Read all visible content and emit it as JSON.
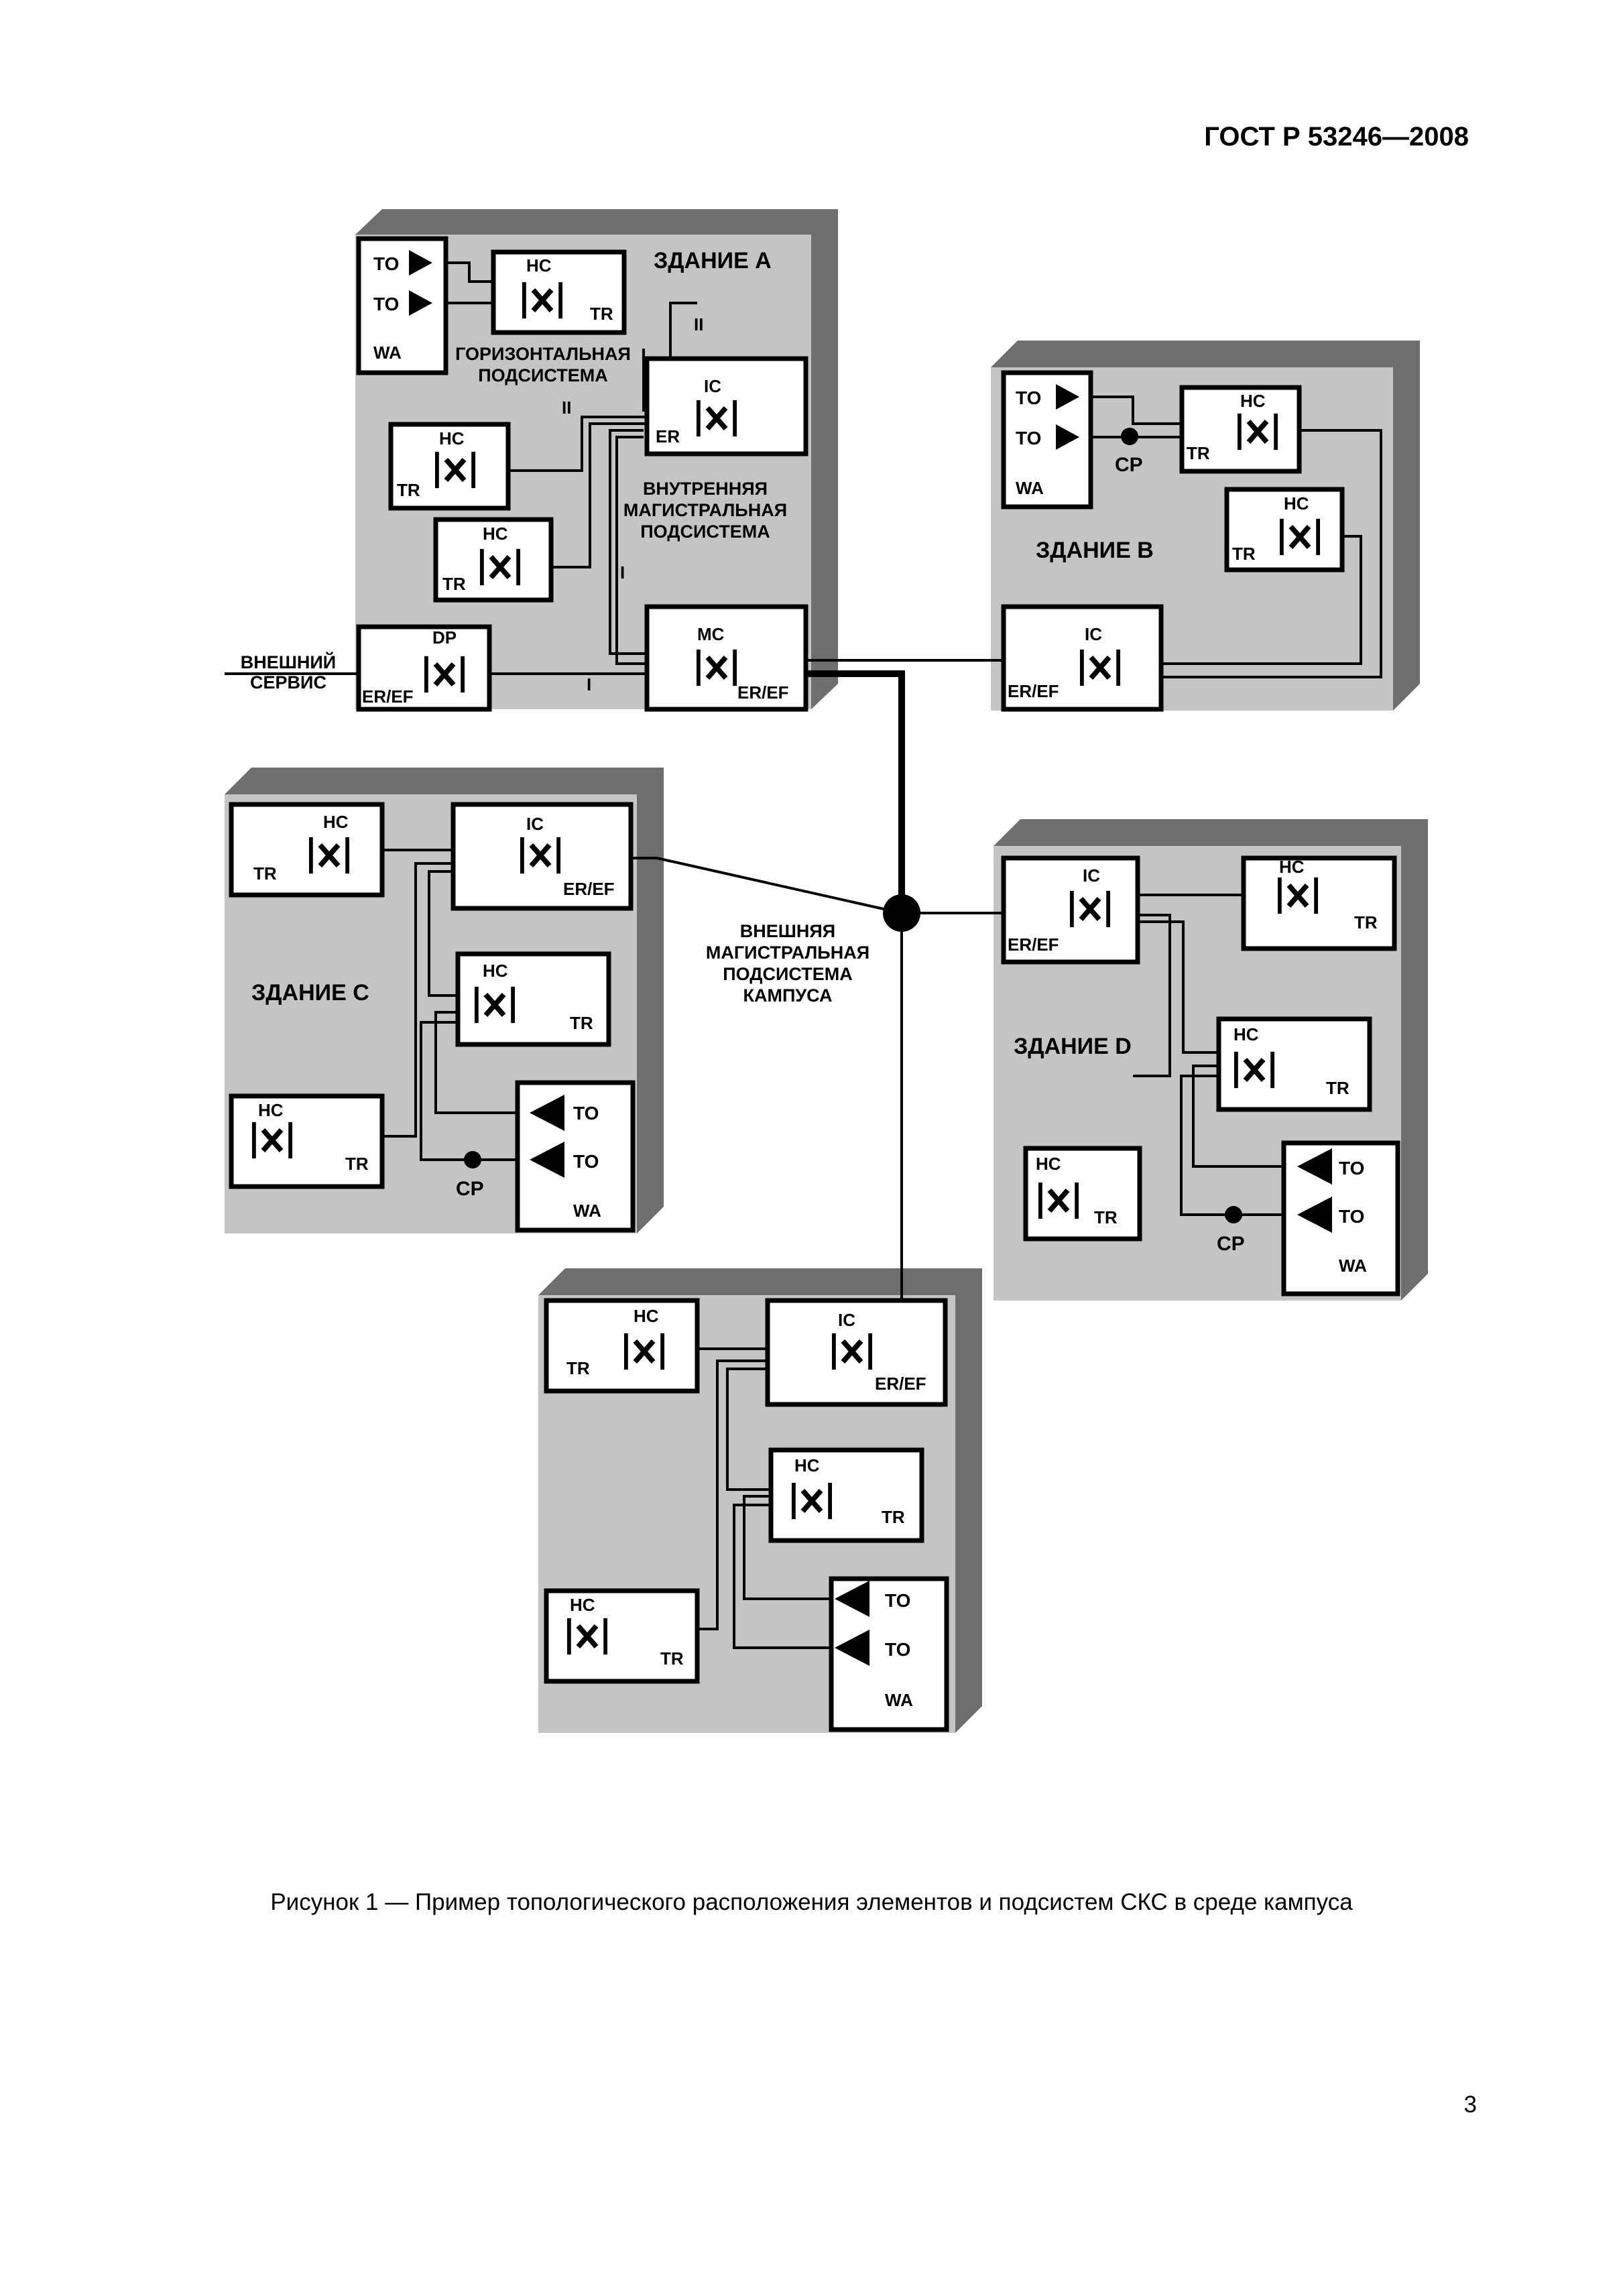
{
  "header": {
    "standard": "ГОСТ Р 53246—2008"
  },
  "labels": {
    "building_a": "ЗДАНИЕ А",
    "building_b": "ЗДАНИЕ B",
    "building_c": "ЗДАНИЕ C",
    "building_d": "ЗДАНИЕ D",
    "horizontal_1": "ГОРИЗОНТАЛЬНАЯ",
    "horizontal_2": "ПОДСИСТЕМА",
    "internal_1": "ВНУТРЕННЯЯ",
    "internal_2": "МАГИСТРАЛЬНАЯ",
    "internal_3": "ПОДСИСТЕМА",
    "external_service_1": "ВНЕШНИЙ",
    "external_service_2": "СЕРВИС",
    "campus_1": "ВНЕШНЯЯ",
    "campus_2": "МАГИСТРАЛЬНАЯ",
    "campus_3": "ПОДСИСТЕМА",
    "campus_4": "КАМПУСА",
    "level_2": "II",
    "level_1": "I"
  },
  "elements": {
    "hc": "HC",
    "tr": "TR",
    "to": "TO",
    "wa": "WA",
    "ic": "IC",
    "mc": "MC",
    "dp": "DP",
    "er": "ER",
    "er_ef": "ER/EF",
    "cp": "CP"
  },
  "caption": "Рисунок 1 — Пример топологического расположения элементов и подсистем СКС в среде кампуса",
  "page_number": "3"
}
